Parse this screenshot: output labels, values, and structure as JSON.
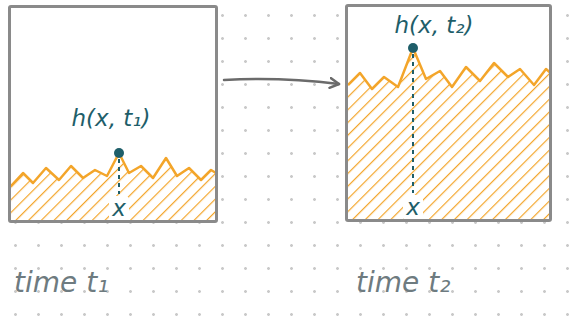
{
  "diagram": {
    "nodes": [
      {
        "text": [
          "h(x, t₁)",
          "x"
        ]
      },
      {
        "text": [
          "h(x, t₂)",
          "x"
        ]
      }
    ],
    "edges": [
      {
        "from": 0,
        "to": 1,
        "arrow": "to"
      }
    ],
    "labels": [
      "time t₁",
      "time t₂"
    ]
  }
}
